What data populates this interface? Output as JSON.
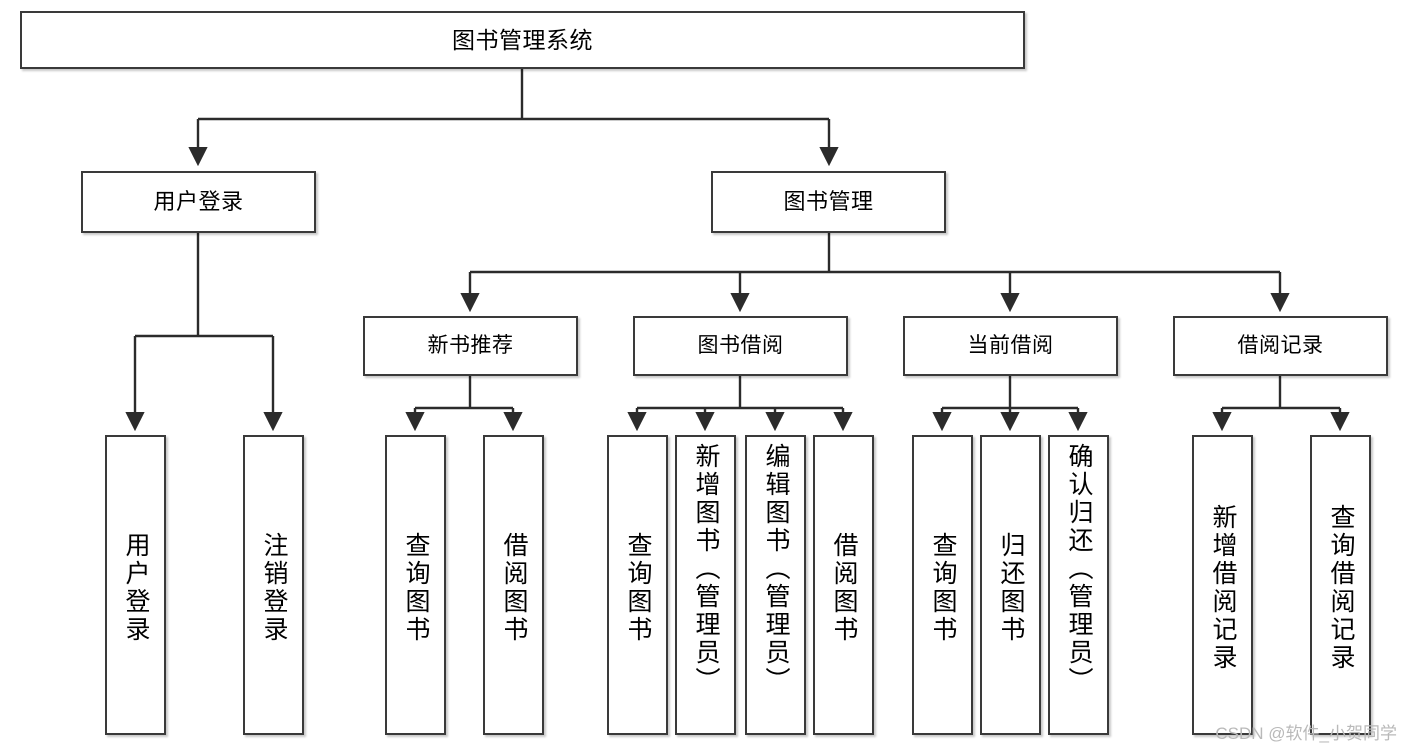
{
  "diagram": {
    "type": "tree",
    "title": "图书管理系统",
    "watermark": "CSDN @软件_小贺同学",
    "colors": {
      "box_border": "#3a3a3a",
      "box_fill": "#ffffff",
      "edge": "#2b2b2b",
      "text": "#000000",
      "watermark": "#b9b9b9"
    },
    "root": {
      "label": "图书管理系统"
    },
    "level2": [
      {
        "label": "用户登录"
      },
      {
        "label": "图书管理"
      }
    ],
    "level3": [
      {
        "label": "新书推荐"
      },
      {
        "label": "图书借阅"
      },
      {
        "label": "当前借阅"
      },
      {
        "label": "借阅记录"
      }
    ],
    "leaves": {
      "user_login": [
        {
          "label": "用户登录"
        },
        {
          "label": "注销登录"
        }
      ],
      "new_book_recommend": [
        {
          "label": "查询图书"
        },
        {
          "label": "借阅图书"
        }
      ],
      "book_borrow": [
        {
          "label": "查询图书"
        },
        {
          "label": "新增图书（管理员）"
        },
        {
          "label": "编辑图书（管理员）"
        },
        {
          "label": "借阅图书"
        }
      ],
      "current_borrow": [
        {
          "label": "查询图书"
        },
        {
          "label": "归还图书"
        },
        {
          "label": "确认归还（管理员）"
        }
      ],
      "borrow_record": [
        {
          "label": "新增借阅记录"
        },
        {
          "label": "查询借阅记录"
        }
      ]
    }
  }
}
